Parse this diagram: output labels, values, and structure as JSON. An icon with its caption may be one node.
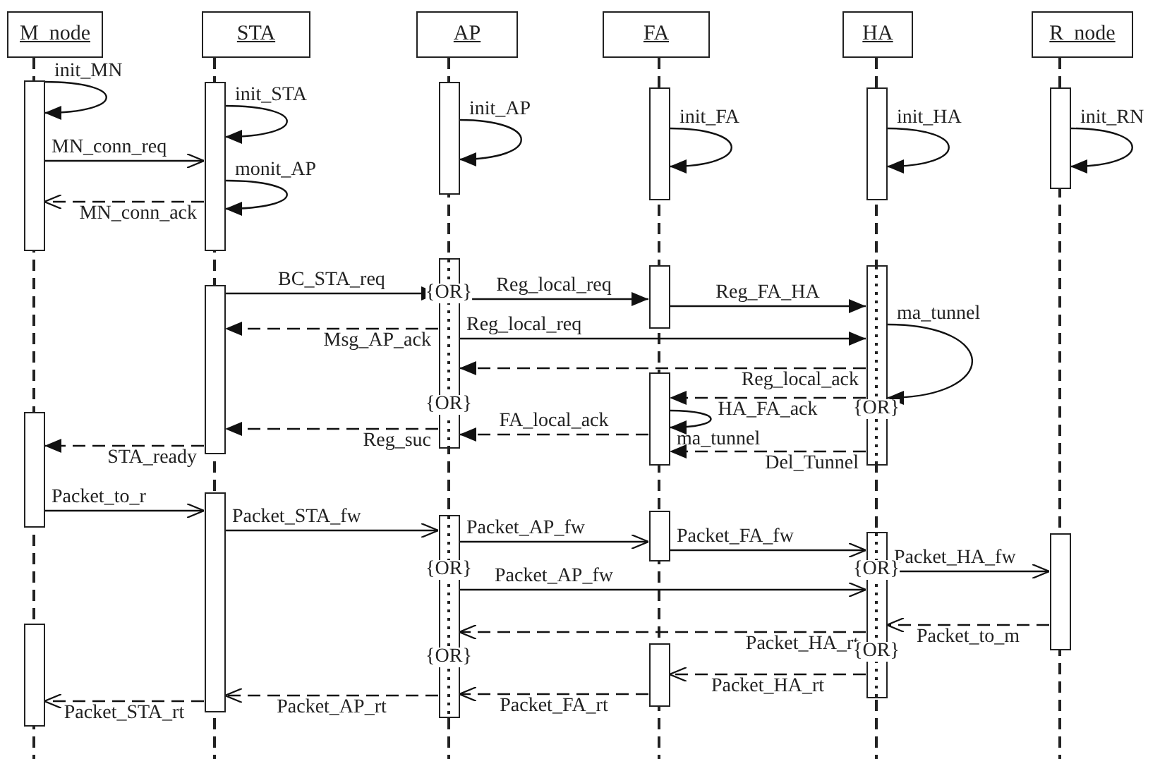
{
  "diagram": {
    "nodes": [
      {
        "text": [
          "M_node"
        ]
      },
      {
        "text": [
          "STA"
        ]
      },
      {
        "text": [
          "AP"
        ]
      },
      {
        "text": [
          "FA"
        ]
      },
      {
        "text": [
          "HA"
        ]
      },
      {
        "text": [
          "R_node"
        ]
      },
      {
        "text": [],
        "shape": "bar"
      },
      {
        "text": [],
        "shape": "bar"
      },
      {
        "text": [],
        "shape": "bar"
      },
      {
        "text": [],
        "shape": "bar"
      },
      {
        "text": [],
        "shape": "bar"
      },
      {
        "text": [],
        "shape": "bar"
      },
      {
        "text": [],
        "shape": "bar"
      },
      {
        "text": [],
        "shape": "bar"
      },
      {
        "text": [],
        "shape": "bar"
      },
      {
        "text": [],
        "shape": "bar"
      },
      {
        "text": [],
        "shape": "bar"
      },
      {
        "text": [],
        "shape": "bar"
      },
      {
        "text": [],
        "shape": "bar"
      },
      {
        "text": [],
        "shape": "bar"
      },
      {
        "text": [],
        "shape": "bar"
      },
      {
        "text": [],
        "shape": "bar"
      },
      {
        "text": [],
        "shape": "bar"
      },
      {
        "text": [],
        "shape": "bar"
      },
      {
        "text": [],
        "shape": "bar"
      }
    ],
    "edges": [
      {
        "from": 6,
        "to": 6,
        "arrow": "to",
        "label": "init_MN"
      },
      {
        "from": 7,
        "to": 7,
        "arrow": "to",
        "label": "init_STA"
      },
      {
        "from": 6,
        "to": 7,
        "arrow": "to",
        "label": "MN_conn_req"
      },
      {
        "from": 7,
        "to": 7,
        "arrow": "to",
        "label": "monit_AP"
      },
      {
        "from": 7,
        "to": 6,
        "arrow": "to",
        "label": "MN_conn_ack",
        "style": "dashed"
      },
      {
        "from": 8,
        "to": 8,
        "arrow": "to",
        "label": "init_AP"
      },
      {
        "from": 9,
        "to": 9,
        "arrow": "to",
        "label": "init_FA"
      },
      {
        "from": 10,
        "to": 10,
        "arrow": "to",
        "label": "init_HA"
      },
      {
        "from": 11,
        "to": 11,
        "arrow": "to",
        "label": "init_RN"
      },
      {
        "from": 12,
        "to": 13,
        "arrow": "to",
        "label": "BC_STA_req"
      },
      {
        "from": 13,
        "to": 14,
        "arrow": "to",
        "label": "Reg_local_req"
      },
      {
        "from": 14,
        "to": 15,
        "arrow": "to",
        "label": "Reg_FA_HA"
      },
      {
        "from": 13,
        "to": 12,
        "arrow": "to",
        "label": "Msg_AP_ack",
        "style": "dashed"
      },
      {
        "from": 13,
        "to": 15,
        "arrow": "to",
        "label": "Reg_local_req"
      },
      {
        "from": 15,
        "to": 15,
        "arrow": "to",
        "label": "ma_tunnel"
      },
      {
        "from": 15,
        "to": 13,
        "arrow": "to",
        "label": "Reg_local_ack",
        "style": "dashed"
      },
      {
        "from": 15,
        "to": 16,
        "arrow": "to",
        "label": "HA_FA_ack",
        "style": "dashed"
      },
      {
        "from": 16,
        "to": 16,
        "arrow": "to",
        "label": "ma_tunnel"
      },
      {
        "from": 16,
        "to": 13,
        "arrow": "to",
        "label": "FA_local_ack",
        "style": "dashed"
      },
      {
        "from": 13,
        "to": 12,
        "arrow": "to",
        "label": "Reg_suc",
        "style": "dashed"
      },
      {
        "from": 15,
        "to": 16,
        "arrow": "to",
        "label": "Del_Tunnel",
        "style": "dashed"
      },
      {
        "from": 12,
        "to": 17,
        "arrow": "to",
        "label": "STA_ready",
        "style": "dashed"
      },
      {
        "from": 17,
        "to": 18,
        "arrow": "to",
        "label": "Packet_to_r"
      },
      {
        "from": 18,
        "to": 19,
        "arrow": "to",
        "label": "Packet_STA_fw"
      },
      {
        "from": 19,
        "to": 20,
        "arrow": "to",
        "label": "Packet_AP_fw"
      },
      {
        "from": 20,
        "to": 21,
        "arrow": "to",
        "label": "Packet_FA_fw"
      },
      {
        "from": 21,
        "to": 22,
        "arrow": "to",
        "label": "Packet_HA_fw"
      },
      {
        "from": 19,
        "to": 21,
        "arrow": "to",
        "label": "Packet_AP_fw"
      },
      {
        "from": 22,
        "to": 21,
        "arrow": "to",
        "label": "Packet_to_m",
        "style": "dashed"
      },
      {
        "from": 21,
        "to": 19,
        "arrow": "to",
        "label": "Packet_HA_rt",
        "style": "dashed"
      },
      {
        "from": 21,
        "to": 24,
        "arrow": "to",
        "label": "Packet_HA_rt",
        "style": "dashed"
      },
      {
        "from": 24,
        "to": 19,
        "arrow": "to",
        "label": "Packet_FA_rt",
        "style": "dashed"
      },
      {
        "from": 19,
        "to": 18,
        "arrow": "to",
        "label": "Packet_AP_rt",
        "style": "dashed"
      },
      {
        "from": 18,
        "to": 23,
        "arrow": "to",
        "label": "Packet_STA_rt",
        "style": "dashed"
      }
    ],
    "labels": [
      "{OR}",
      "{OR}",
      "{OR}",
      "{OR}",
      "{OR}",
      "{OR}",
      "{OR}"
    ]
  }
}
